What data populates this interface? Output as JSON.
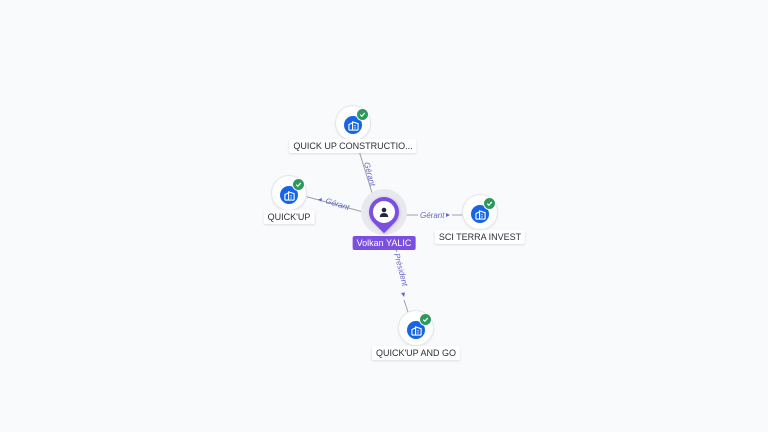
{
  "person": {
    "name": "Volkan YALIC",
    "icon": "person-icon",
    "color": "#7b4fe0"
  },
  "companies": [
    {
      "id": "quickup-construction",
      "name": "QUICK UP CONSTRUCTIO...",
      "icon": "building-icon",
      "verified": true
    },
    {
      "id": "quickup",
      "name": "QUICK'UP",
      "icon": "building-icon",
      "verified": true
    },
    {
      "id": "sci-terra-invest",
      "name": "SCI TERRA INVEST",
      "icon": "building-icon",
      "verified": true
    },
    {
      "id": "quickup-and-go",
      "name": "QUICK'UP AND GO",
      "icon": "building-icon",
      "verified": true
    }
  ],
  "relations": [
    {
      "to": "quickup-construction",
      "role": "Gérant"
    },
    {
      "to": "quickup",
      "role": "Gérant"
    },
    {
      "to": "sci-terra-invest",
      "role": "Gérant"
    },
    {
      "to": "quickup-and-go",
      "role": "Président"
    }
  ],
  "colors": {
    "company": "#1565e6",
    "verified": "#2c9a5c",
    "edge_label": "#6b66c9",
    "background": "#f9fafc"
  }
}
